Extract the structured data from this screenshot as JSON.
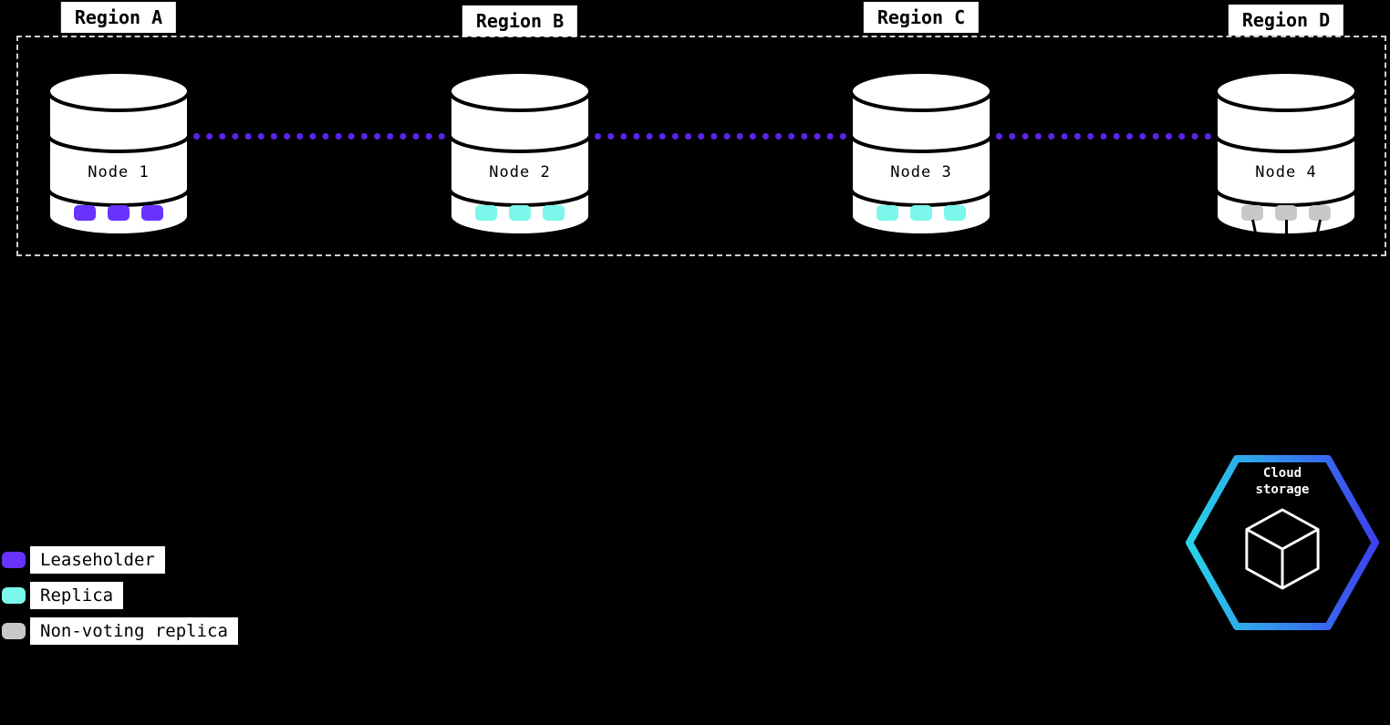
{
  "diagram": {
    "regions": [
      {
        "label": "Region A"
      },
      {
        "label": "Region B"
      },
      {
        "label": "Region C"
      },
      {
        "label": "Region D"
      }
    ],
    "nodes": [
      {
        "label": "Node 1",
        "replica_type": "leaseholder",
        "replica_count": 3
      },
      {
        "label": "Node 2",
        "replica_type": "replica",
        "replica_count": 3
      },
      {
        "label": "Node 3",
        "replica_type": "replica",
        "replica_count": 3
      },
      {
        "label": "Node 4",
        "replica_type": "non-voting replica",
        "replica_count": 3
      }
    ],
    "legend": [
      {
        "label": "Leaseholder",
        "color": "#6933FF"
      },
      {
        "label": "Replica",
        "color": "#7CF7EC"
      },
      {
        "label": "Non-voting replica",
        "color": "#C8C8C8"
      }
    ],
    "cloud_storage": {
      "line1": "Cloud",
      "line2": "storage"
    },
    "colors": {
      "background": "#000000",
      "leaseholder": "#6933FF",
      "replica": "#7CF7EC",
      "non_voting_replica": "#C8C8C8",
      "link_dotted": "#5B24EB",
      "boundary_dashed": "#CFCFCF",
      "hexagon_gradient_start": "#29D3E8",
      "hexagon_gradient_end": "#3D41F0"
    }
  }
}
